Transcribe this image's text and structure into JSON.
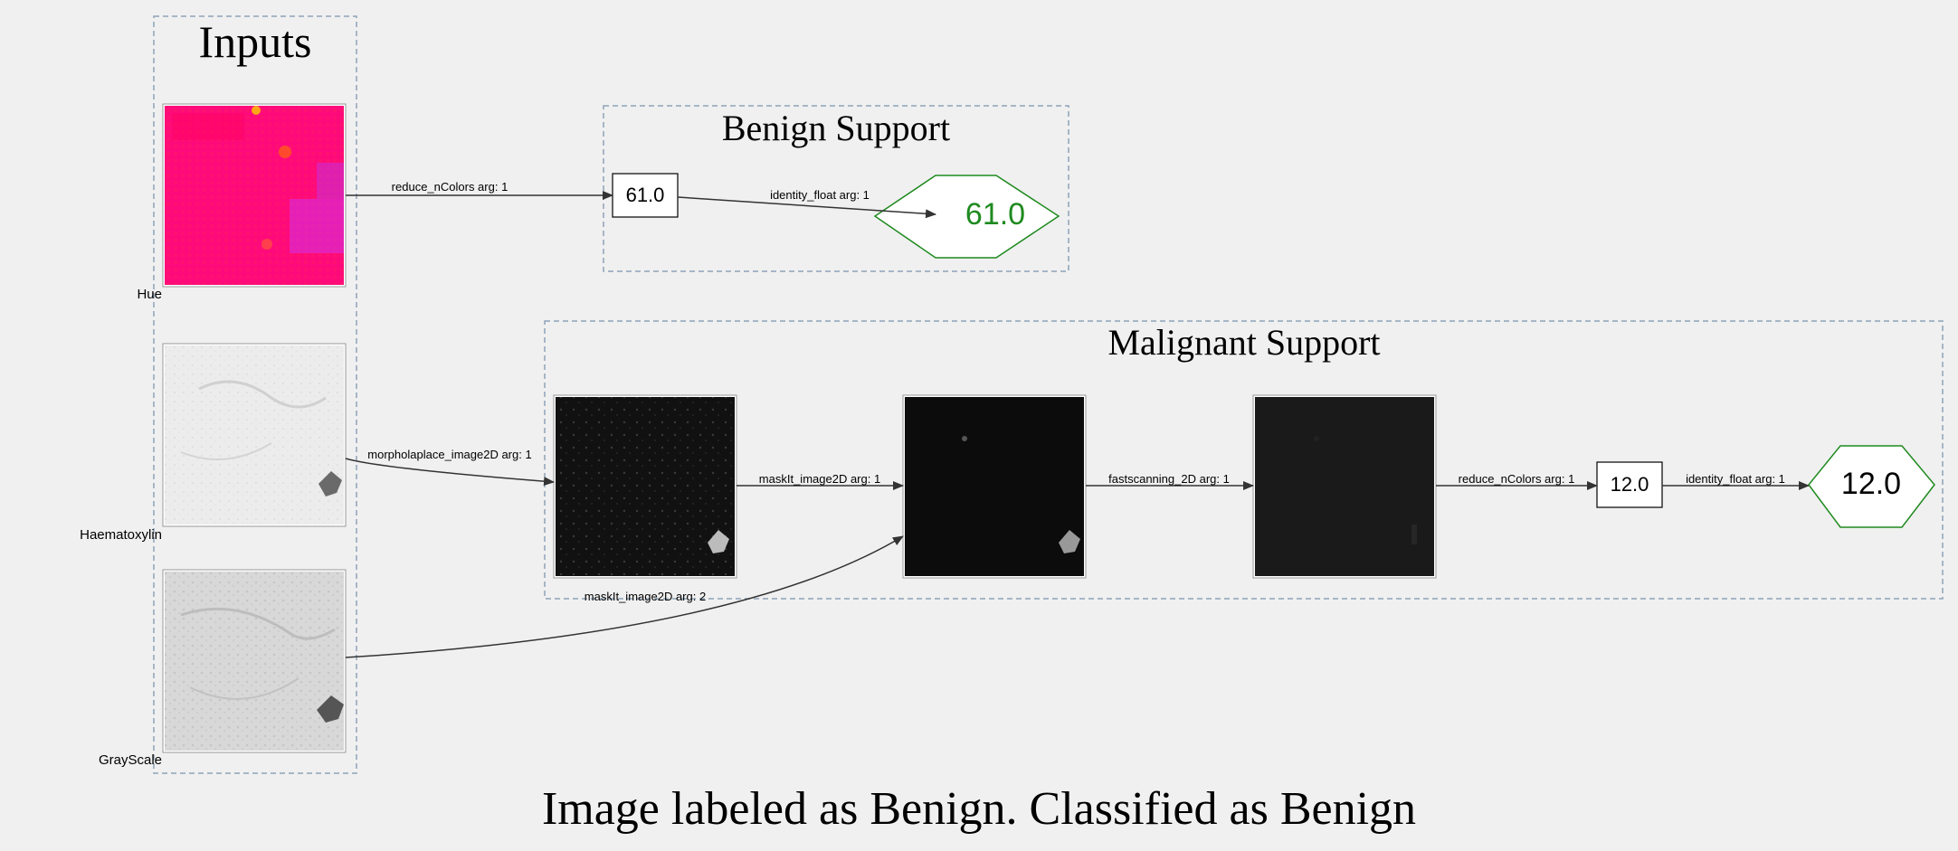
{
  "clusters": {
    "inputs": "Inputs",
    "benign": "Benign Support",
    "malignant": "Malignant Support"
  },
  "inputs": {
    "hue": "Hue",
    "haematoxylin": "Haematoxylin",
    "grayscale": "GrayScale"
  },
  "benign": {
    "value": "61.0",
    "result": "61.0"
  },
  "malignant": {
    "value": "12.0",
    "result": "12.0"
  },
  "edges": {
    "hue_to_value": "reduce_nColors arg: 1",
    "value_to_result": "identity_float arg: 1",
    "haema_to_morph": "morpholaplace_image2D arg: 1",
    "gray_to_mask": "maskIt_image2D arg: 2",
    "morph_to_mask": "maskIt_image2D arg: 1",
    "mask_to_fast": "fastscanning_2D arg: 1",
    "fast_to_value": "reduce_nColors arg: 1",
    "mvalue_to_result": "identity_float arg: 1"
  },
  "caption": "Image labeled as Benign. Classified as Benign",
  "colors": {
    "background": "#f0f0f0",
    "cluster_border": "#8ea2b8",
    "result_green": "#1f8a1f",
    "edge": "#333333"
  }
}
